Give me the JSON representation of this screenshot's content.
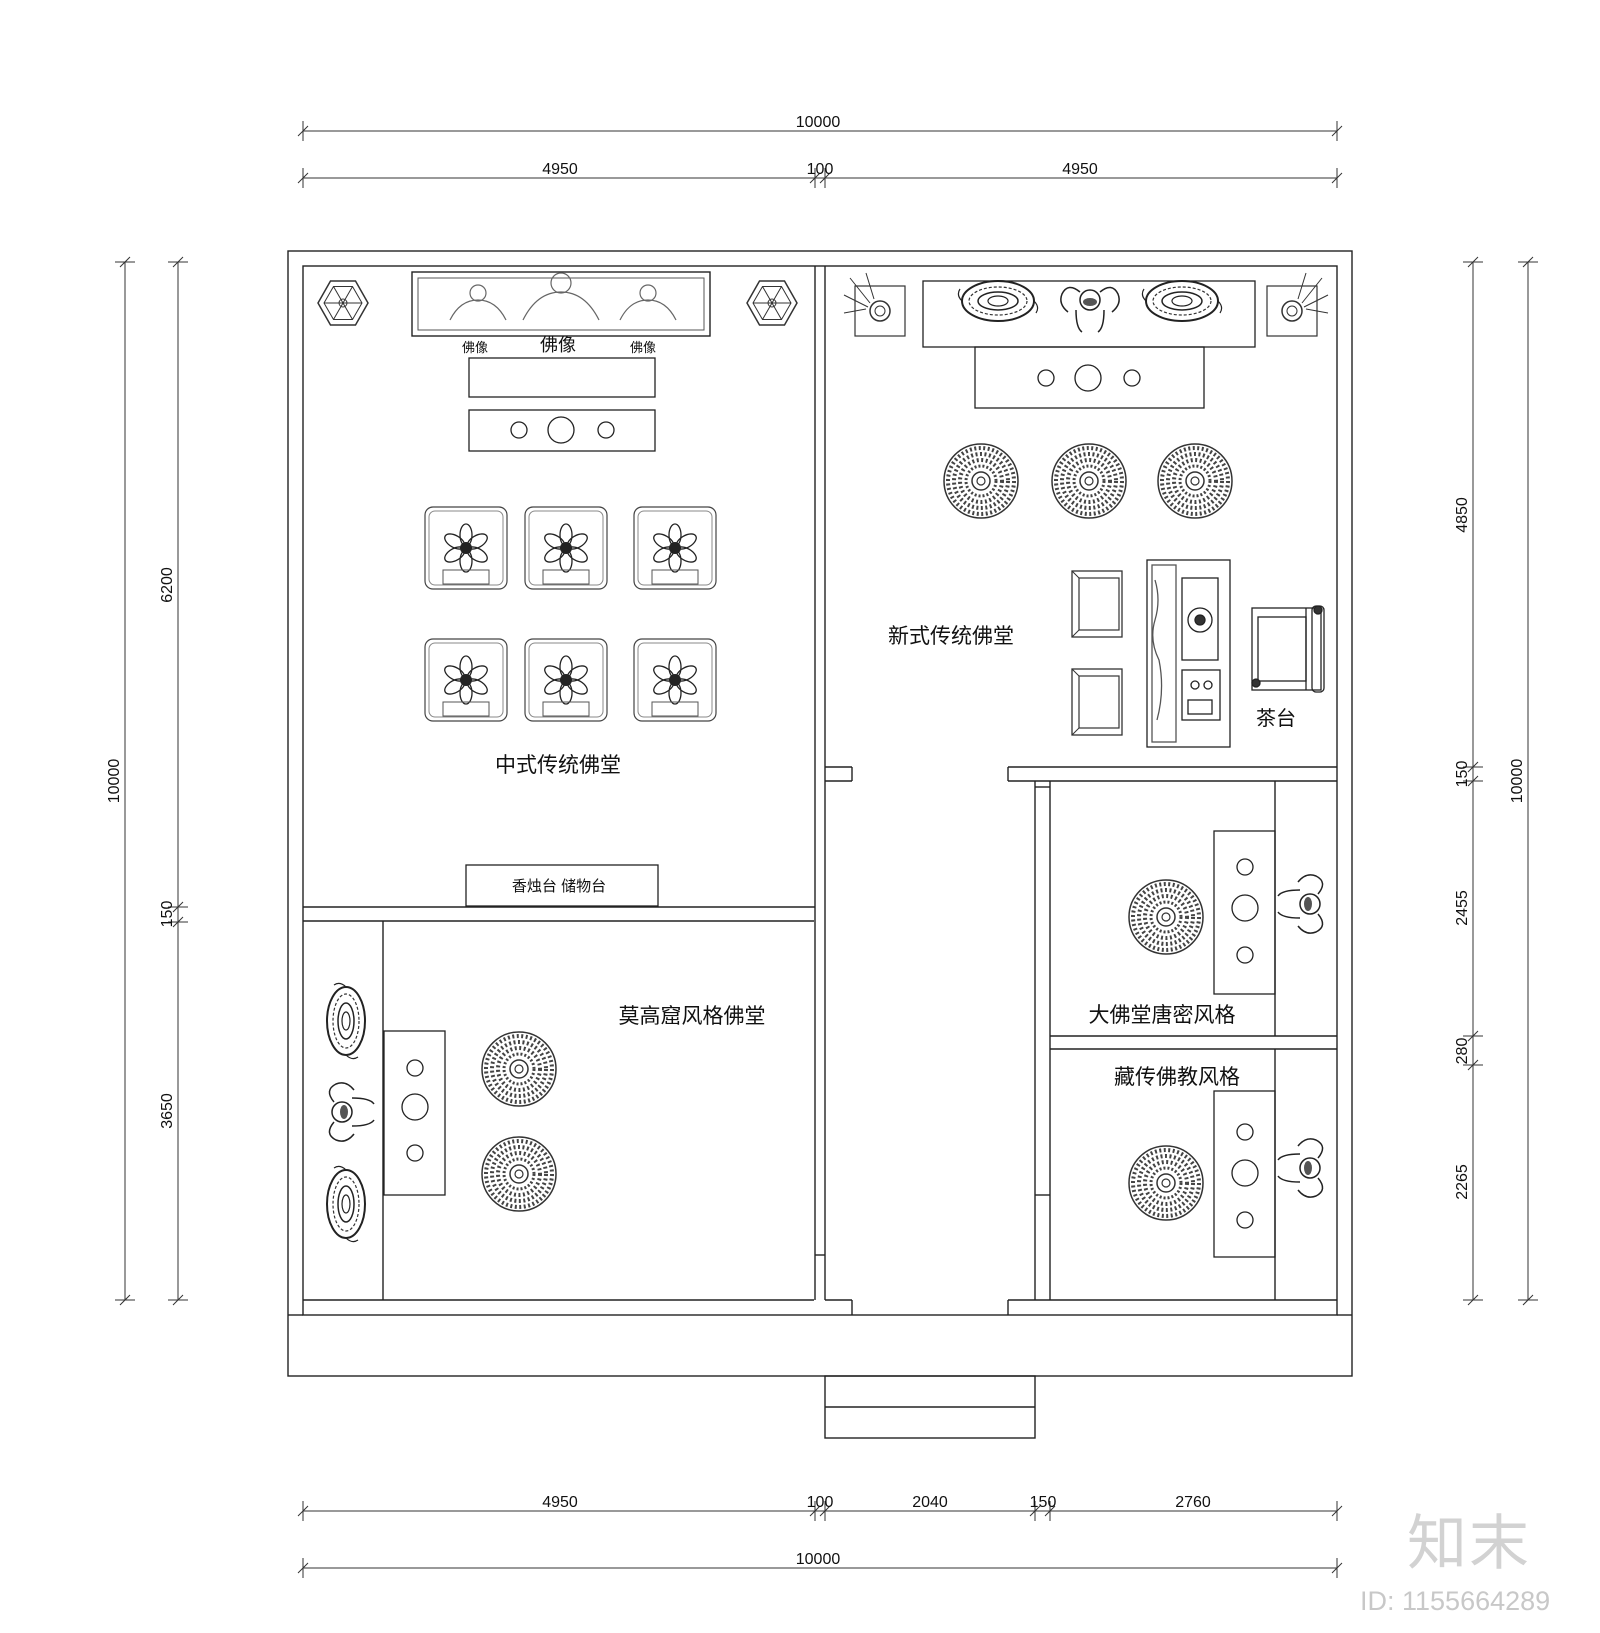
{
  "dimensions": {
    "top_total": "10000",
    "top_left": "4950",
    "top_wall": "100",
    "top_right": "4950",
    "left_total": "10000",
    "left_upper": "6200",
    "left_wall": "150",
    "left_lower": "3650",
    "right_total": "10000",
    "right_upper": "4850",
    "right_wall1": "150",
    "right_mid": "2455",
    "right_wall2": "280",
    "right_lower": "2265",
    "bottom_left": "4950",
    "bottom_wall1": "100",
    "bottom_mid": "2040",
    "bottom_wall2": "150",
    "bottom_right": "2760",
    "bottom_total": "10000"
  },
  "rooms": {
    "chinese_hall": "中式传统佛堂",
    "modern_hall": "新式传统佛堂",
    "mogao_hall": "莫高窟风格佛堂",
    "tang_hall": "大佛堂唐密风格",
    "tibetan_hall": "藏传佛教风格"
  },
  "labels": {
    "buddha_main": "佛像",
    "buddha_left": "佛像",
    "buddha_right": "佛像",
    "incense_storage": "香烛台 储物台",
    "tea_table": "茶台"
  },
  "watermark": {
    "brand": "知末",
    "id": "ID: 1155664289"
  }
}
